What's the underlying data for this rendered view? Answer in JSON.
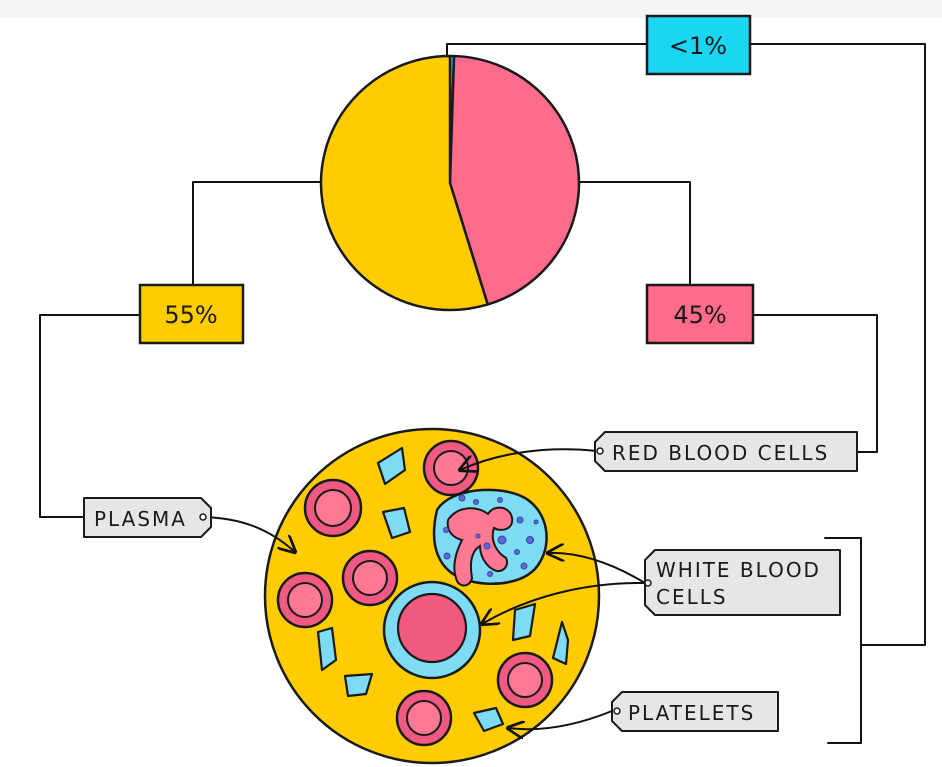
{
  "percentages": {
    "plasma": "55%",
    "cells": "45%",
    "other": "<1%"
  },
  "labels": {
    "plasma": "PLASMA",
    "red_blood_cells": "RED BLOOD CELLS",
    "white_blood_cells_line1": "WHITE BLOOD",
    "white_blood_cells_line2": "CELLS",
    "platelets": "PLATELETS"
  },
  "colors": {
    "plasma": "#ffcc00",
    "red_cells": "#ff6b8a",
    "cyan": "#1ad6f2",
    "platelet": "#7ddcf4",
    "tag": "#e6e6e6"
  }
}
